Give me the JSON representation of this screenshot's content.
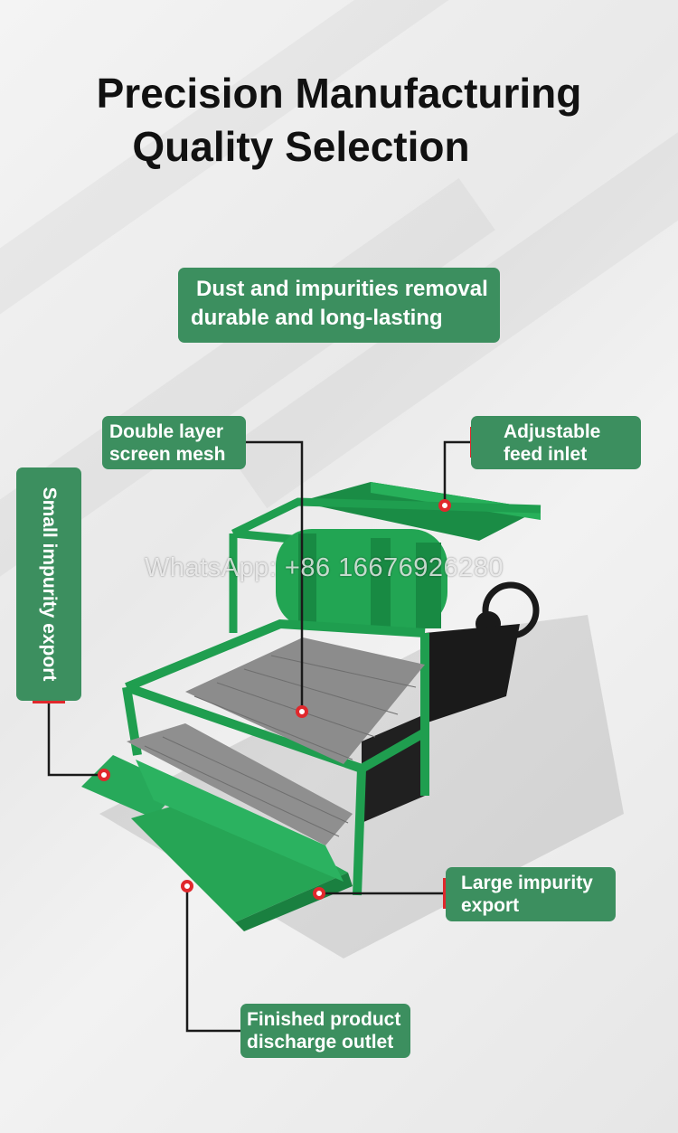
{
  "header": {
    "title_line1": "Precision Manufacturing",
    "title_line2": "Quality Selection"
  },
  "labels": {
    "dust": {
      "line1": "Dust and impurities removal",
      "line2": "durable and long-lasting"
    },
    "double_layer": {
      "line1": "Double layer",
      "line2": "screen mesh"
    },
    "feed_inlet": {
      "line1": "Adjustable",
      "line2": "feed inlet"
    },
    "small_impurity": "Small impurity export",
    "large_impurity": {
      "line1": "Large impurity",
      "line2": "export"
    },
    "finished": {
      "line1": "Finished product",
      "line2": "discharge outlet"
    }
  },
  "watermark": "WhatsApp: +86 16676926280",
  "colors": {
    "label_bg": "#3c8f5f",
    "machine_green": "#1f9e4f",
    "marker_red": "#e0282c",
    "leader_line": "#1a1a1a"
  }
}
